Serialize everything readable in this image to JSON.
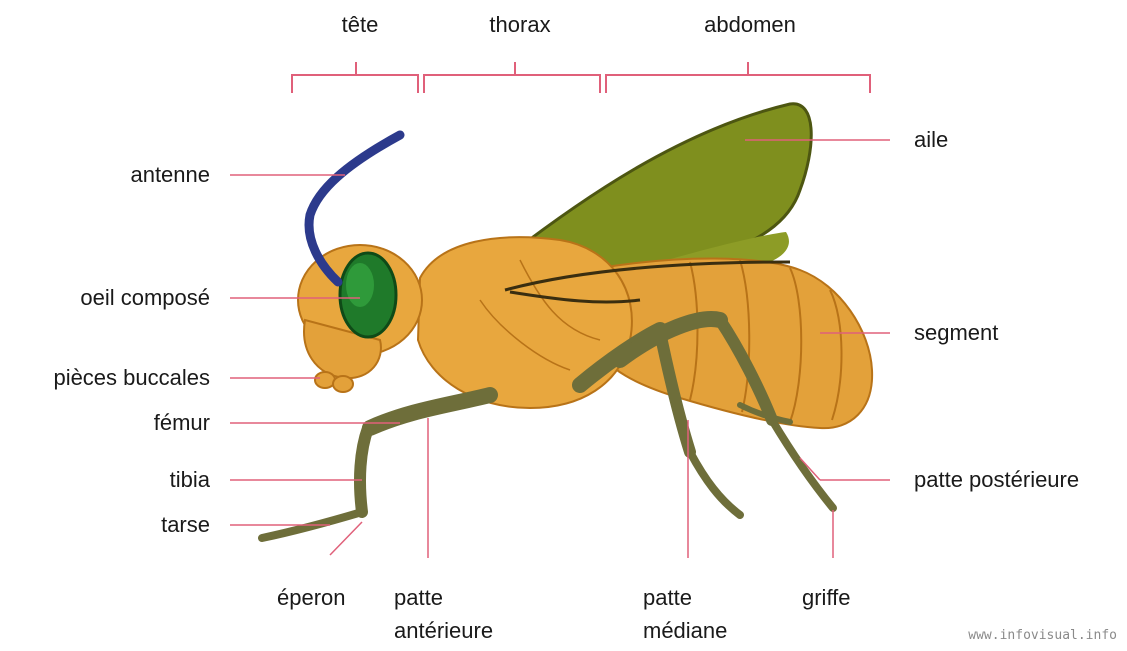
{
  "sections": {
    "head": "tête",
    "thorax": "thorax",
    "abdomen": "abdomen"
  },
  "labels": {
    "antenna": "antenne",
    "compound_eye": "oeil composé",
    "mouthparts": "pièces buccales",
    "femur": "fémur",
    "tibia": "tibia",
    "tarsus": "tarse",
    "spur": "éperon",
    "foreleg_line1": "patte",
    "foreleg_line2": "antérieure",
    "midleg_line1": "patte",
    "midleg_line2": "médiane",
    "claw": "griffe",
    "hindleg": "patte postérieure",
    "segment": "segment",
    "wing": "aile"
  },
  "watermark": "www.infovisual.info",
  "colors": {
    "leader_line": "#e0607a",
    "body": "#e3a13a",
    "body_dark": "#b87318",
    "wing": "#7f8f1e",
    "eye": "#1f7a2a",
    "antenna": "#2c3a8c",
    "legs": "#6e6e3a"
  }
}
